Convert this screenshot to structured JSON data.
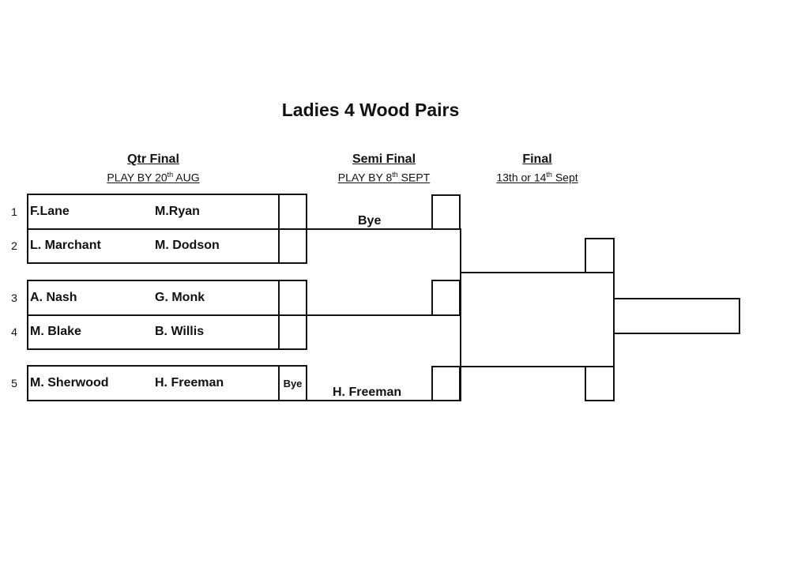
{
  "title": "Ladies 4 Wood Pairs",
  "rounds": {
    "qtr": {
      "label": "Qtr Final",
      "play_by_prefix": "PLAY BY 20",
      "play_by_sup": "th",
      "play_by_suffix": " AUG"
    },
    "semi": {
      "label": "Semi Final",
      "play_by_prefix": "PLAY BY 8",
      "play_by_sup": "th",
      "play_by_suffix": " SEPT"
    },
    "final": {
      "label": "Final",
      "date_prefix": "13th or 14",
      "date_sup": "th",
      "date_suffix": " Sept"
    }
  },
  "pairs": [
    {
      "num": "1",
      "a": "F.Lane",
      "b": "M.Ryan"
    },
    {
      "num": "2",
      "a": "L. Marchant",
      "b": "M. Dodson"
    },
    {
      "num": "3",
      "a": "A. Nash",
      "b": "G. Monk"
    },
    {
      "num": "4",
      "a": "M. Blake",
      "b": "B. Willis"
    },
    {
      "num": "5",
      "a": "M. Sherwood",
      "b": "H. Freeman"
    }
  ],
  "pair5_score": "Bye",
  "semi_entries": {
    "top": "Bye",
    "bottom": "H. Freeman"
  }
}
